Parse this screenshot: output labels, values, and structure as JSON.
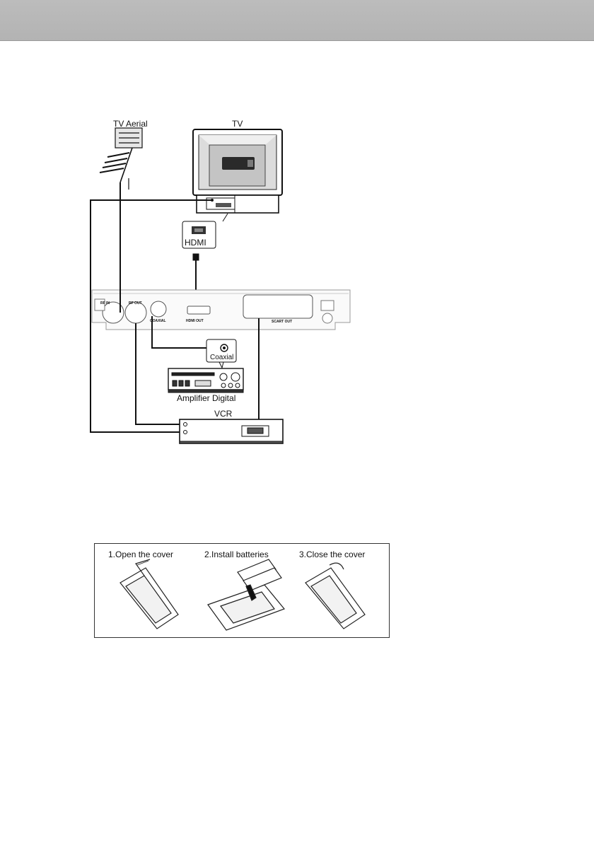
{
  "header": {},
  "connection_diagram": {
    "tv_aerial_label": "TV Aerial",
    "tv_label": "TV",
    "hdmi_label": "HDMI",
    "rear_panel": {
      "rf_in": "RF IN",
      "rf_out": "RF OUT",
      "coaxial": "COAXIAL",
      "hdmi_out": "HDMI OUT",
      "scart_out": "SCART OUT"
    },
    "coaxial_label": "Coaxial",
    "amplifier_label": "Amplifier Digital",
    "vcr_label": "VCR"
  },
  "battery_panel": {
    "steps": [
      {
        "label": "1.Open the cover"
      },
      {
        "label": "2.Install batteries"
      },
      {
        "label": "3.Close the cover"
      }
    ]
  },
  "colors": {
    "header_bar": "#b8b8b8",
    "line": "#111111",
    "tv_screen": "#c4c4c4"
  }
}
